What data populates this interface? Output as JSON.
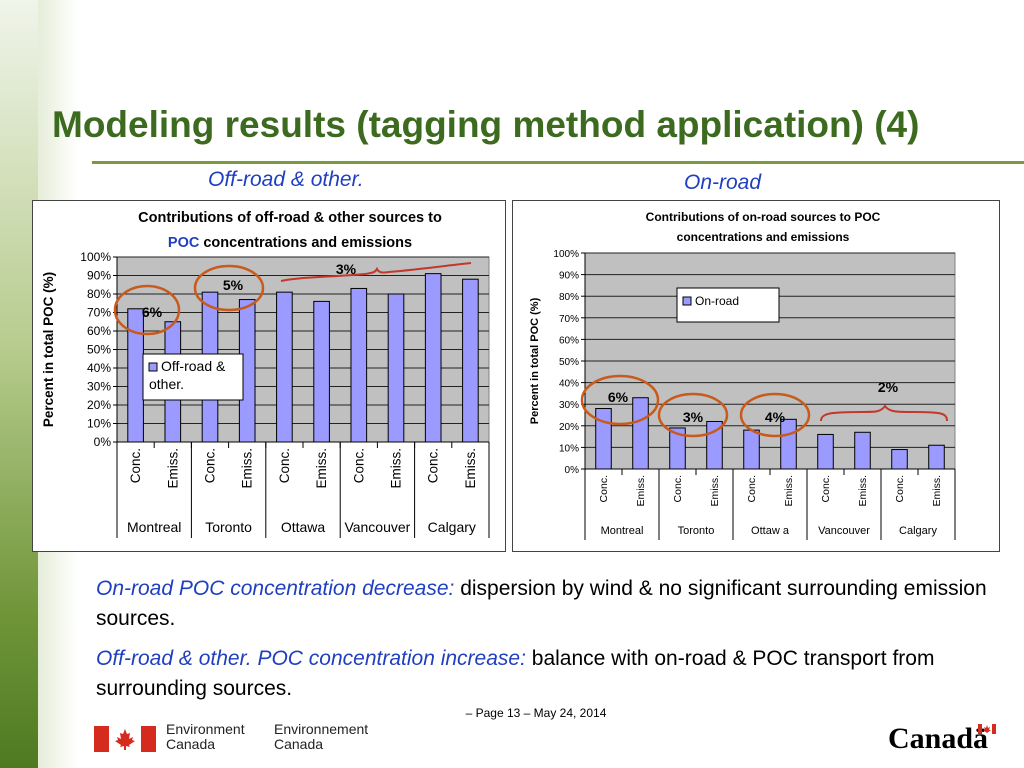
{
  "slide": {
    "title": "Modeling results (tagging method application) (4)",
    "left_caption": "Off-road & other.",
    "right_caption": "On-road"
  },
  "colors": {
    "title_green": "#3c6a1f",
    "caption_blue": "#1f3fbf",
    "bar_fill": "#9b9bff",
    "plot_bg": "#c0c0c0",
    "highlight_circle": "#c85a1c",
    "brace_red": "#c0392b"
  },
  "bullets": [
    {
      "lead": "On-road POC concentration decrease:",
      "text": " dispersion by wind & no significant surrounding emission sources."
    },
    {
      "lead": "Off-road & other. POC concentration increase:",
      "text": " balance with on-road & POC transport from surrounding sources."
    }
  ],
  "footer": "– Page 13 – May 24, 2014",
  "logos": {
    "ec_english": [
      "Environment",
      "Canada"
    ],
    "ec_french": [
      "Environnement",
      "Canada"
    ],
    "wordmark": "Canadä"
  },
  "chart_data": [
    {
      "type": "bar",
      "title_parts": [
        "Contributions of off-road & other sources  to",
        "POC",
        " concentrations and emissions"
      ],
      "ylabel": "Percent in total POC (%)",
      "ylim": [
        0,
        100
      ],
      "yticks": [
        "0%",
        "10%",
        "20%",
        "30%",
        "40%",
        "50%",
        "60%",
        "70%",
        "80%",
        "90%",
        "100%"
      ],
      "categories": [
        "Conc.",
        "Emiss.",
        "Conc.",
        "Emiss.",
        "Conc.",
        "Emiss.",
        "Conc.",
        "Emiss.",
        "Conc.",
        "Emiss."
      ],
      "groups": [
        "Montreal",
        "Toronto",
        "Ottawa",
        "Vancouver",
        "Calgary"
      ],
      "series": [
        {
          "name": "Off-road & other.",
          "values": [
            72,
            65,
            81,
            77,
            81,
            76,
            83,
            80,
            91,
            88
          ]
        }
      ],
      "legend": "left-middle",
      "annotations": [
        "6%",
        "5%",
        "3%"
      ]
    },
    {
      "type": "bar",
      "title_parts": [
        "Contributions of on-road sources  to POC",
        "concentrations and emissions"
      ],
      "ylabel": "Percent in total POC (%)",
      "ylim": [
        0,
        100
      ],
      "yticks": [
        "0%",
        "10%",
        "20%",
        "30%",
        "40%",
        "50%",
        "60%",
        "70%",
        "80%",
        "90%",
        "100%"
      ],
      "categories": [
        "Conc.",
        "Emiss.",
        "Conc.",
        "Emiss.",
        "Conc.",
        "Emiss.",
        "Conc.",
        "Emiss.",
        "Conc.",
        "Emiss."
      ],
      "groups": [
        "Montreal",
        "Toronto",
        "Ottaw a",
        "Vancouver",
        "Calgary"
      ],
      "series": [
        {
          "name": "On-road",
          "values": [
            28,
            33,
            19,
            22,
            18,
            23,
            16,
            17,
            9,
            11
          ]
        }
      ],
      "legend": "top-right",
      "annotations": [
        "6%",
        "3%",
        "4%",
        "2%"
      ]
    }
  ]
}
